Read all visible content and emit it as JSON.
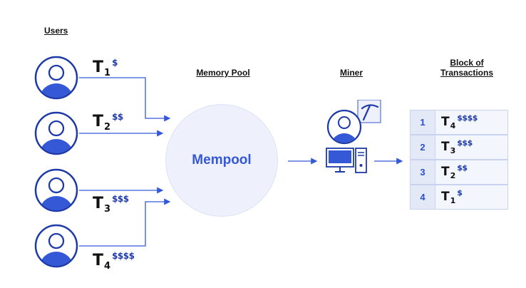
{
  "headings": {
    "users": "Users",
    "memory_pool": "Memory Pool",
    "miner": "Miner",
    "block_line1": "Block of",
    "block_line2": "Transactions"
  },
  "mempool_label": "Mempool",
  "users": [
    {
      "t": "T",
      "sub": "1",
      "fee": "$"
    },
    {
      "t": "T",
      "sub": "2",
      "fee": "$$"
    },
    {
      "t": "T",
      "sub": "3",
      "fee": "$$$"
    },
    {
      "t": "T",
      "sub": "4",
      "fee": "$$$$"
    }
  ],
  "block_rows": [
    {
      "num": "1",
      "t": "T",
      "sub": "4",
      "fee": "$$$$"
    },
    {
      "num": "2",
      "t": "T",
      "sub": "3",
      "fee": "$$$"
    },
    {
      "num": "3",
      "t": "T",
      "sub": "2",
      "fee": "$$"
    },
    {
      "num": "4",
      "t": "T",
      "sub": "1",
      "fee": "$"
    }
  ],
  "colors": {
    "accent": "#3558d6",
    "dark_blue": "#1d3aa8",
    "light_fill": "#eef1fb"
  },
  "icons": [
    "user-avatar-icon",
    "pickaxe-icon",
    "computer-monitor-icon",
    "computer-tower-icon"
  ]
}
